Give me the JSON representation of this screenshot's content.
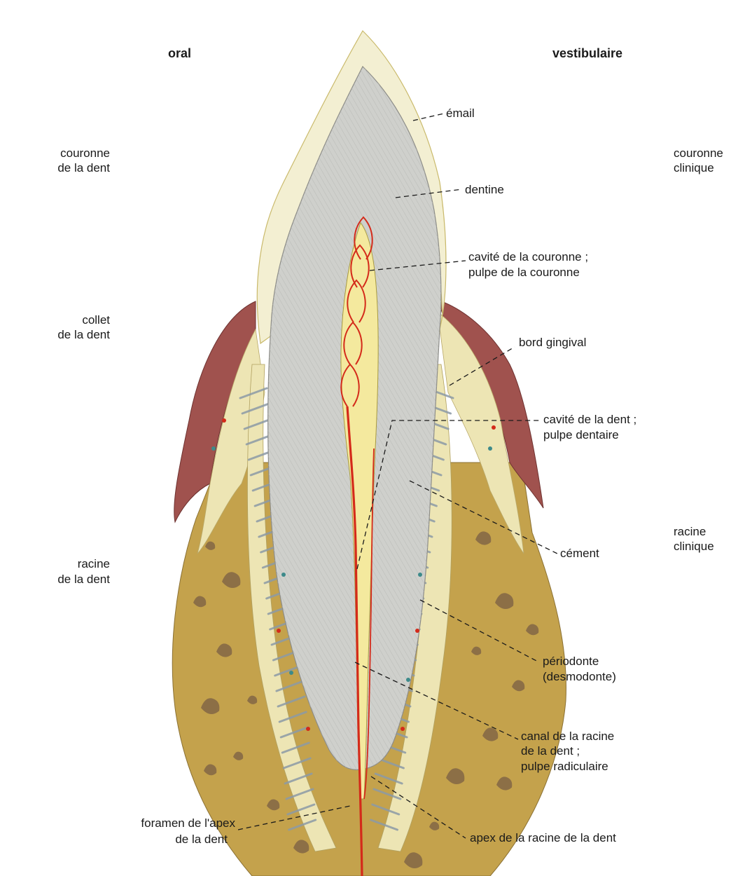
{
  "headers": {
    "left": "oral",
    "right": "vestibulaire"
  },
  "side_labels": {
    "couronne_dent": [
      "couronne",
      "de la dent"
    ],
    "collet_dent": [
      "collet",
      "de la dent"
    ],
    "racine_dent": [
      "racine",
      "de la dent"
    ],
    "couronne_clinique": [
      "couronne",
      "clinique"
    ],
    "racine_clinique": [
      "racine",
      "clinique"
    ]
  },
  "labels": {
    "email": [
      "émail"
    ],
    "dentine": [
      "dentine"
    ],
    "cavite_couronne": [
      "cavité de la couronne ;",
      "pulpe de la couronne"
    ],
    "bord_gingival": [
      "bord gingival"
    ],
    "cavite_dent": [
      "cavité de la dent ;",
      "pulpe dentaire"
    ],
    "cement": [
      "cément"
    ],
    "periodonte": [
      "périodonte",
      "(desmodonte)"
    ],
    "canal_racine": [
      "canal de la racine",
      "de la dent ;",
      "pulpe radiculaire"
    ],
    "foramen": [
      "foramen de l'apex",
      "de la dent"
    ],
    "apex": [
      "apex de la racine de la dent"
    ]
  },
  "colors": {
    "gingiva": "#a0524e",
    "bone": "#c4a24c",
    "bone_dark": "#7a5e44",
    "pdl": "#ede5b4",
    "dentine": "#cfd0cc",
    "enamel": "#f3efd2",
    "pulp": "#f4e99e",
    "vessel": "#d42a1a"
  }
}
